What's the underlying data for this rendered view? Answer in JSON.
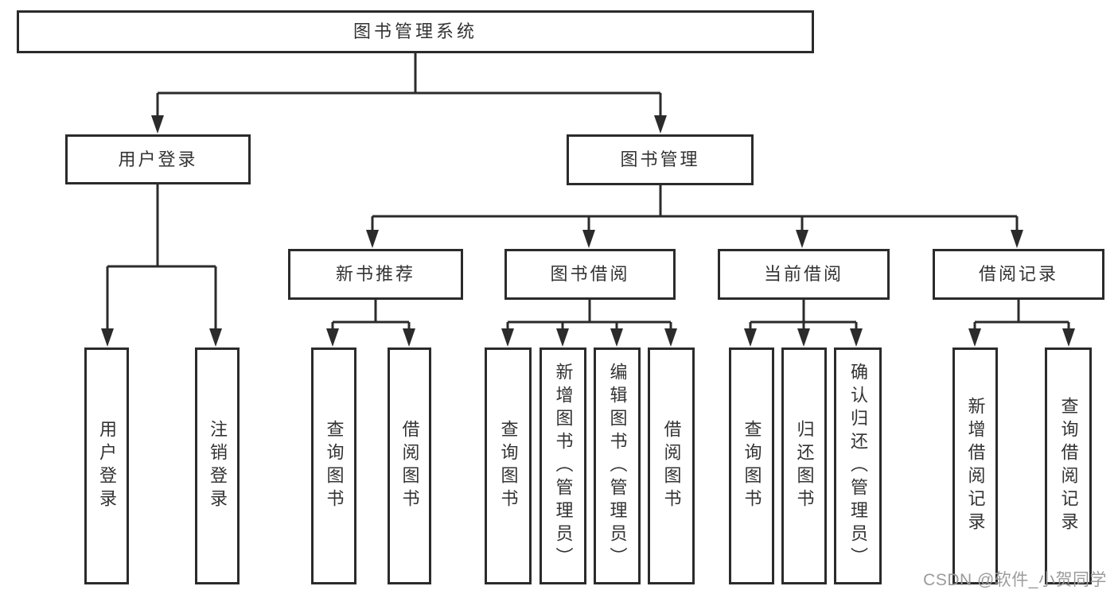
{
  "diagram": {
    "title": "图书管理系统",
    "watermark": "CSDN @软件_小贺同学",
    "colors": {
      "line": "#2b2b2b",
      "text": "#333333",
      "background": "#ffffff",
      "watermark": "#9b9b9b"
    },
    "nodes": {
      "root": {
        "id": "library-management-system",
        "label": "图书管理系统"
      },
      "level1": [
        {
          "id": "user-login",
          "label": "用户登录",
          "parent": "library-management-system"
        },
        {
          "id": "book-management",
          "label": "图书管理",
          "parent": "library-management-system"
        }
      ],
      "level2": [
        {
          "id": "new-book-recommend",
          "label": "新书推荐",
          "parent": "book-management"
        },
        {
          "id": "book-borrowing",
          "label": "图书借阅",
          "parent": "book-management"
        },
        {
          "id": "current-borrowing",
          "label": "当前借阅",
          "parent": "book-management"
        },
        {
          "id": "borrow-records",
          "label": "借阅记录",
          "parent": "book-management"
        }
      ],
      "leaves": [
        {
          "id": "leaf-user-login",
          "label": "用户登录",
          "parent": "user-login"
        },
        {
          "id": "leaf-logout",
          "label": "注销登录",
          "parent": "user-login"
        },
        {
          "id": "leaf-query-books-1",
          "label": "查询图书",
          "parent": "new-book-recommend"
        },
        {
          "id": "leaf-borrow-books-1",
          "label": "借阅图书",
          "parent": "new-book-recommend"
        },
        {
          "id": "leaf-query-books-2",
          "label": "查询图书",
          "parent": "book-borrowing"
        },
        {
          "id": "leaf-add-books-admin",
          "label": "新增图书（管理员）",
          "parent": "book-borrowing"
        },
        {
          "id": "leaf-edit-books-admin",
          "label": "编辑图书（管理员）",
          "parent": "book-borrowing"
        },
        {
          "id": "leaf-borrow-books-2",
          "label": "借阅图书",
          "parent": "book-borrowing"
        },
        {
          "id": "leaf-query-books-3",
          "label": "查询图书",
          "parent": "current-borrowing"
        },
        {
          "id": "leaf-return-books",
          "label": "归还图书",
          "parent": "current-borrowing"
        },
        {
          "id": "leaf-confirm-return-admin",
          "label": "确认归还（管理员）",
          "parent": "current-borrowing"
        },
        {
          "id": "leaf-add-borrow-record",
          "label": "新增借阅记录",
          "parent": "borrow-records"
        },
        {
          "id": "leaf-query-borrow-record",
          "label": "查询借阅记录",
          "parent": "borrow-records"
        }
      ]
    }
  }
}
